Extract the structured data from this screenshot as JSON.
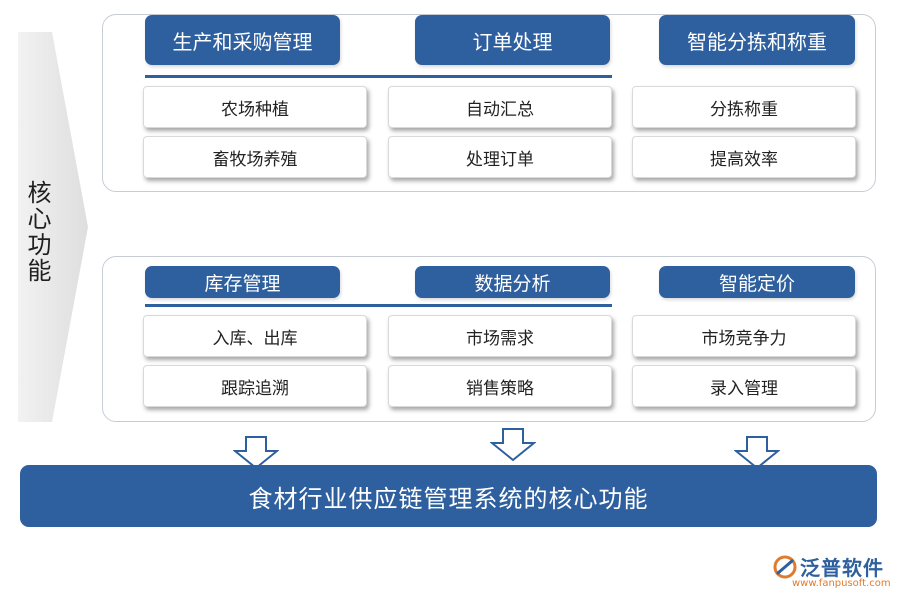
{
  "side": {
    "label": "核心功能"
  },
  "groups": [
    {
      "headers": [
        "生产和采购管理",
        "订单处理",
        "智能分拣和称重"
      ],
      "rows": [
        [
          "农场种植",
          "自动汇总",
          "分拣称重"
        ],
        [
          "畜牧场养殖",
          "处理订单",
          "提高效率"
        ]
      ]
    },
    {
      "headers": [
        "库存管理",
        "数据分析",
        "智能定价"
      ],
      "rows": [
        [
          "入库、出库",
          "市场需求",
          "市场竞争力"
        ],
        [
          "跟踪追溯",
          "销售策略",
          "录入管理"
        ]
      ]
    }
  ],
  "footer": {
    "title": "食材行业供应链管理系统的核心功能"
  },
  "logo": {
    "name": "泛普软件",
    "url": "www.fanpusoft.com"
  },
  "colors": {
    "accent": "#2e5f9e",
    "logo_orange": "#e07a2c"
  }
}
